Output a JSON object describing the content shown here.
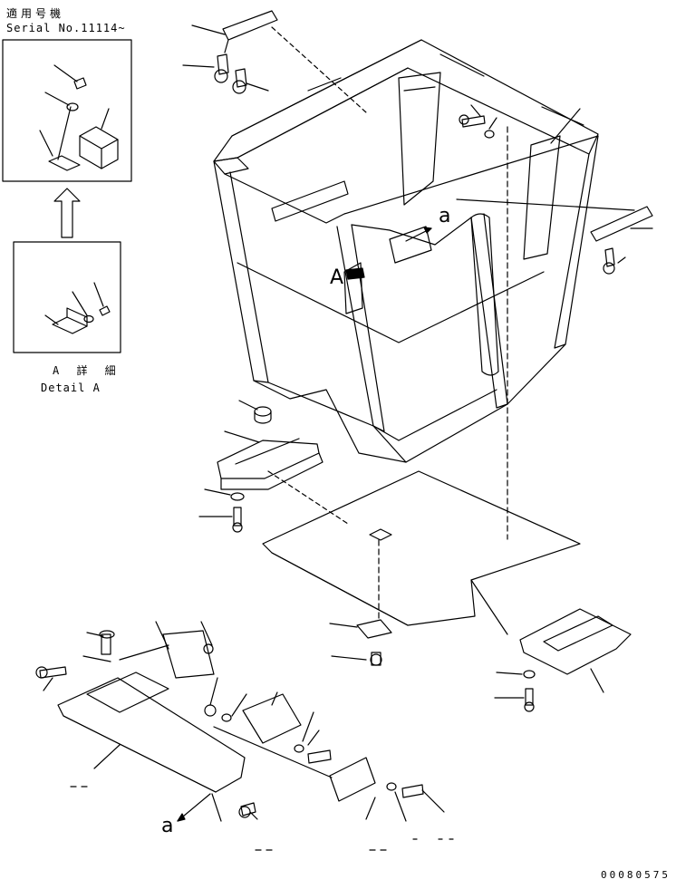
{
  "header": {
    "serial_jp": "適用号機",
    "serial_en": "Serial No.11114~"
  },
  "detail": {
    "label_jp": "A 詳 細",
    "label_en": "Detail A"
  },
  "view_labels": {
    "view_a": "A",
    "arrow_a_top": "a",
    "arrow_a_bottom": "a"
  },
  "drawing_number": "00080575"
}
